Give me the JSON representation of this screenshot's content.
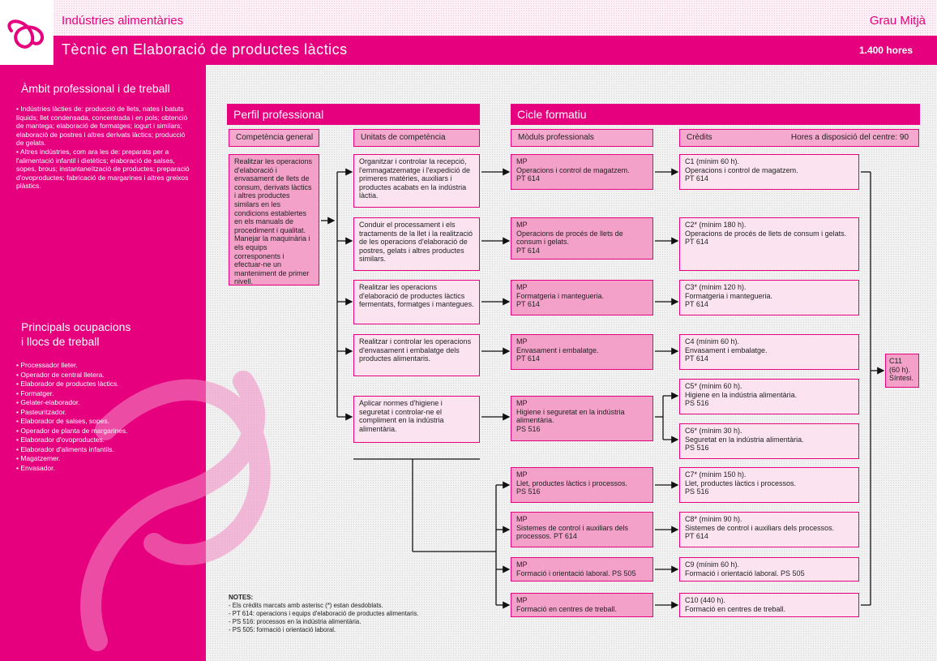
{
  "header": {
    "family": "Indústries alimentàries",
    "level": "Grau Mitjà",
    "title": "Tècnic en Elaboració de productes làctics",
    "hours": "1.400 hores"
  },
  "sidebar": {
    "ambit_title": "Àmbit professional i de treball",
    "ambit_items": [
      "Indústries làcties de: producció de llets, nates i batuts líquids; llet condensada, concentrada i en pols; obtenció de mantega; elaboració de formatges; iogurt i similars; elaboració de postres i altres derivats làctics; producció de gelats.",
      "Altres indústries, com ara les de: preparats per a l'alimentació infantil i dietètics; elaboració de salses, sopes, brous; instantaneïtzació de productes; preparació d'ovoproductes; fabricació de margarines i altres greixos plàstics."
    ],
    "ocupacions_title_1": "Principals ocupacions",
    "ocupacions_title_2": "i llocs de treball",
    "ocupacions_items": [
      "Processador lleter.",
      "Operador de central lletera.",
      "Elaborador de productes làctics.",
      "Formatger.",
      "Gelater-elaborador.",
      "Pasteuritzador.",
      "Elaborador de salses, sopes.",
      "Operador de planta de margarines.",
      "Elaborador d'ovoproductes.",
      "Elaborador d'aliments infantils.",
      "Magatzemer.",
      "Envasador."
    ]
  },
  "perfil": {
    "title": "Perfil professional",
    "competencia_label": "Competència general",
    "unitats_label": "Unitats de competència",
    "competencia_text": "Realitzar les operacions d'elaboració i envasament de llets de consum, derivats làctics i altres productes similars en les condicions establertes en els manuals de procediment i qualitat. Manejar la maquinària i els equips corresponents i efectuar-ne un manteniment de primer nivell.",
    "unitats": [
      "Organitzar i controlar la recepció, l'emmagatzematge i l'expedició de primeres matèries, auxiliars i productes acabats en la indústria làctia.",
      "Conduir el processament i els tractaments de la llet i la realització de les operacions d'elaboració de postres, gelats i altres productes similars.",
      "Realitzar les operacions d'elaboració de productes làctics fermentats, formatges i mantegues.",
      "Realitzar i controlar les operacions d'envasament i embalatge dels productes alimentaris.",
      "Aplicar normes d'higiene i seguretat i controlar-ne el compliment en la indústria alimentària."
    ]
  },
  "cicle": {
    "title": "Cicle formatiu",
    "moduls_label": "Mòduls professionals",
    "credits_label": "Crèdits",
    "hores_centre": "Hores a disposició del centre: 90",
    "moduls": [
      {
        "mp": "MP",
        "name": "Operacions i control de magatzem.",
        "code": "PT 614"
      },
      {
        "mp": "MP",
        "name": "Operacions de procés de llets de consum i gelats.",
        "code": "PT 614"
      },
      {
        "mp": "MP",
        "name": "Formatgeria i mantegueria.",
        "code": "PT 614"
      },
      {
        "mp": "MP",
        "name": "Envasament i embalatge.",
        "code": "PT 614"
      },
      {
        "mp": "MP",
        "name": "Higiene i seguretat en la indústria alimentària.",
        "code": "PS 516"
      },
      {
        "mp": "MP",
        "name": "Llet, productes làctics i processos.",
        "code": "PS 516"
      },
      {
        "mp": "MP",
        "name": "Sistemes de control i auxiliars dels processos. PT 614",
        "code": ""
      },
      {
        "mp": "MP",
        "name": "Formació i orientació laboral. PS 505",
        "code": ""
      },
      {
        "mp": "MP",
        "name": "Formació en centres de treball.",
        "code": ""
      }
    ],
    "credits": [
      {
        "head": "C1 (mínim 60 h).",
        "name": "Operacions i control de magatzem.",
        "code": "PT 614"
      },
      {
        "head": "C2* (mínim 180 h).",
        "name": "Operacions de procés de llets de consum i gelats.",
        "code": "PT 614"
      },
      {
        "head": "C3* (mínim 120 h).",
        "name": "Formatgeria i mantegueria.",
        "code": "PT 614"
      },
      {
        "head": "C4 (mínim 60 h).",
        "name": "Envasament i embalatge.",
        "code": "PT 614"
      },
      {
        "head": "C5* (mínim 60 h).",
        "name": "Higiene en la indústria alimentària.",
        "code": "PS 516"
      },
      {
        "head": "C6* (mínim 30 h).",
        "name": "Seguretat en la indústria alimentària.",
        "code": "PS 516"
      },
      {
        "head": "C7* (mínim 150 h).",
        "name": "Llet, productes làctics i processos.",
        "code": "PS 516"
      },
      {
        "head": "C8* (mínim 90 h).",
        "name": "Sistemes de control i auxiliars dels processos.",
        "code": "PT 614"
      },
      {
        "head": "C9 (mínim 60 h).",
        "name": "Formació i orientació laboral. PS 505",
        "code": ""
      },
      {
        "head": "C10 (440 h).",
        "name": "Formació en centres de treball.",
        "code": ""
      }
    ],
    "c11": {
      "head": "C11",
      "hours": "(60 h).",
      "name": "Síntesi."
    }
  },
  "notes": {
    "title": "NOTES:",
    "items": [
      "- Els crèdits marcats amb asterisc (*) estan desdoblats.",
      "- PT 614: operacions i equips d'elaboració de productes alimentaris.",
      "- PS 516: processos en la indústria alimentària.",
      "- PS 505: formació i orientació laboral."
    ]
  },
  "colors": {
    "brand": "#e6007e",
    "dark_box": "#f3a1c9",
    "mid_box": "#f8cde2",
    "light_box": "#fbe4ef"
  }
}
